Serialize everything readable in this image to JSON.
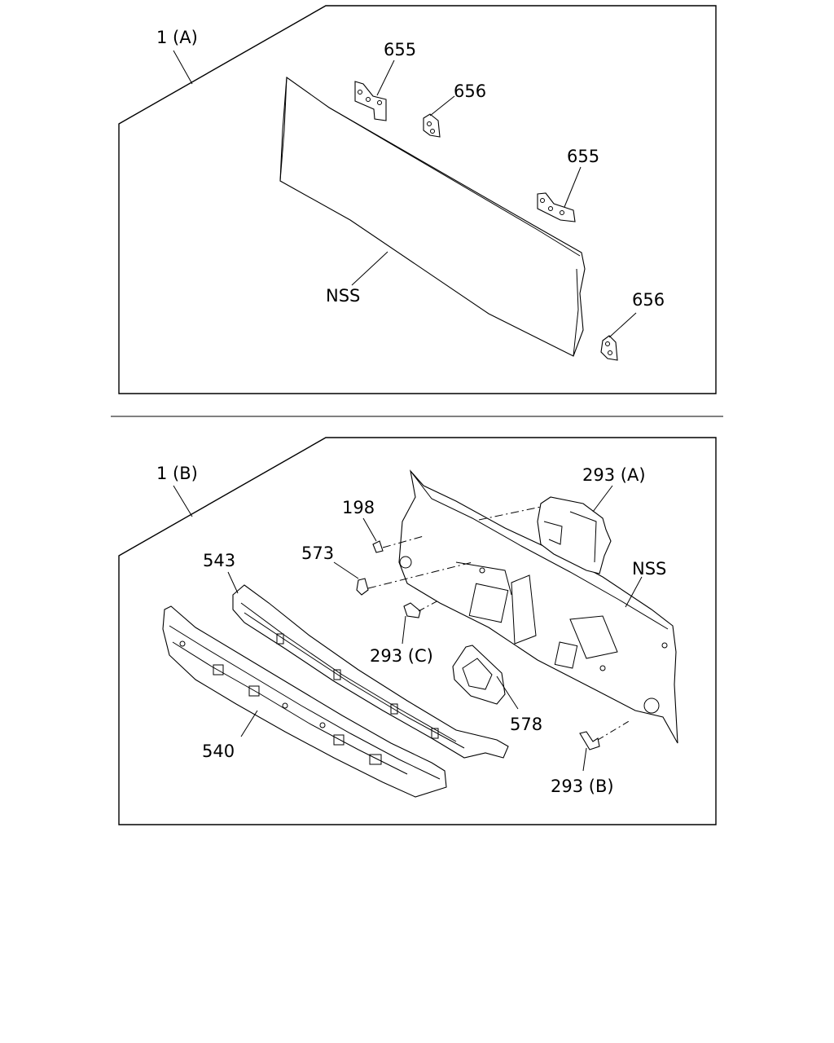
{
  "diagram_a": {
    "assembly_label": "1 (A)",
    "labels": {
      "bracket_655_top": "655",
      "bracket_656_top": "656",
      "bracket_655_right": "655",
      "panel_nss": "NSS",
      "bracket_656_bottom": "656"
    }
  },
  "diagram_b": {
    "assembly_label": "1 (B)",
    "labels": {
      "part_293a": "293 (A)",
      "part_198": "198",
      "part_573": "573",
      "part_543": "543",
      "panel_nss": "NSS",
      "part_293c": "293 (C)",
      "part_578": "578",
      "part_540": "540",
      "part_293b": "293 (B)"
    }
  }
}
